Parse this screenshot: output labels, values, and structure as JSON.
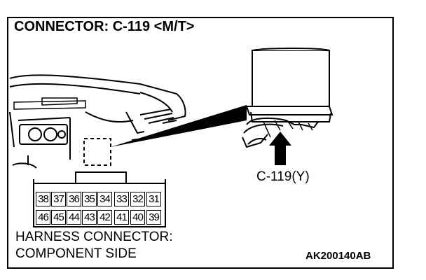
{
  "title": "CONNECTOR: C-119 <M/T>",
  "callout_label": "C-119(Y)",
  "caption": {
    "line1": "HARNESS CONNECTOR:",
    "line2": "COMPONENT SIDE"
  },
  "figure_code": "AK200140AB",
  "pins": {
    "top_row": [
      "38",
      "37",
      "36",
      "35",
      "34",
      "33",
      "32",
      "31"
    ],
    "bottom_row": [
      "46",
      "45",
      "44",
      "43",
      "42",
      "41",
      "40",
      "39"
    ]
  }
}
